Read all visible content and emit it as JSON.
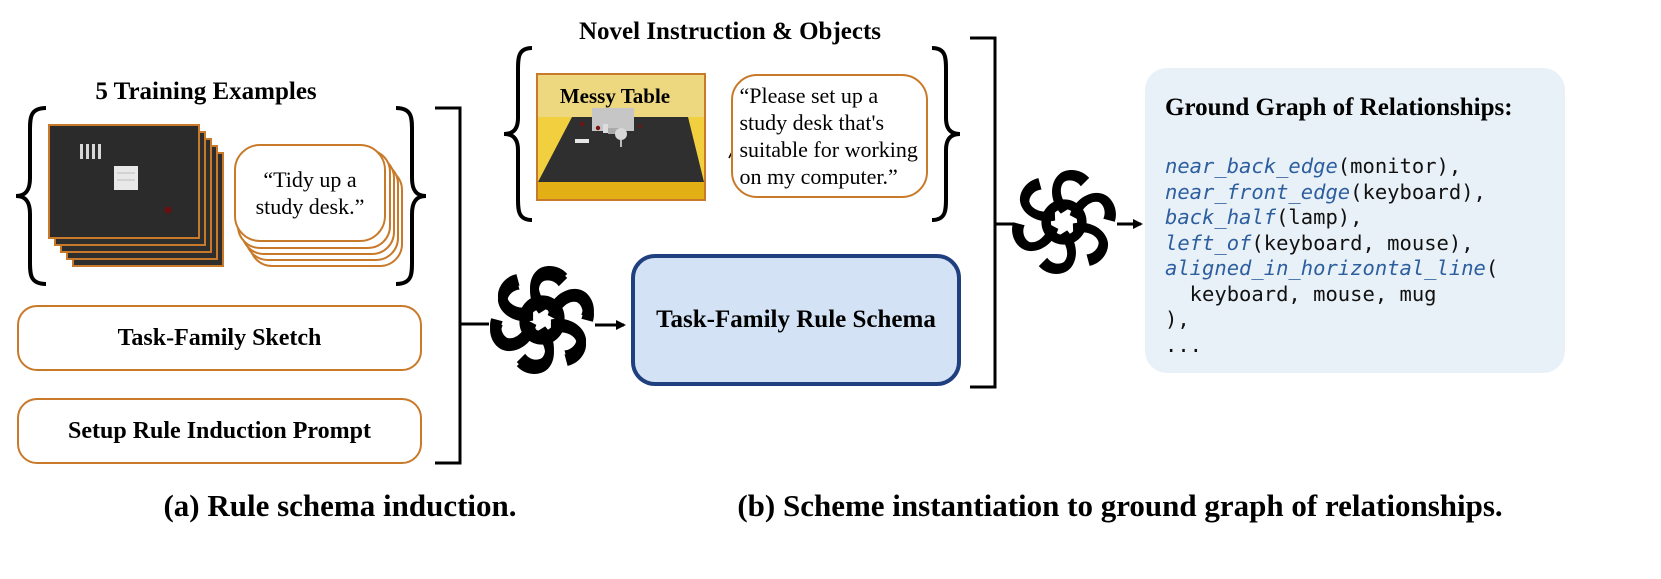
{
  "left_section": {
    "title": "5 Training Examples",
    "quote": "“Tidy up a study desk.”",
    "sketch_label": "Task-Family Sketch",
    "prompt_label": "Setup Rule Induction Prompt",
    "caption": "(a) Rule schema induction."
  },
  "middle_section": {
    "title": "Novel Instruction & Objects",
    "scene_label": "Messy Table",
    "quote": "“Please set up a study desk that's suitable for working on my computer.”",
    "schema_label": "Task-Family Rule Schema"
  },
  "right_section": {
    "title": "Ground Graph of Relationships:",
    "relations": [
      {
        "fn": "near_back_edge",
        "args": "(monitor),"
      },
      {
        "fn": "near_front_edge",
        "args": "(keyboard),"
      },
      {
        "fn": "back_half",
        "args": "(lamp),"
      },
      {
        "fn": "left_of",
        "args": "(keyboard, mouse),"
      },
      {
        "fn": "aligned_in_horizontal_line",
        "args": "("
      },
      {
        "fn": "",
        "args": "  keyboard, mouse, mug"
      },
      {
        "fn": "",
        "args": "),"
      },
      {
        "fn": "",
        "args": "..."
      }
    ],
    "caption": "(b) Scheme instantiation to ground graph of relationships."
  },
  "icons": [
    "openai-logo-icon",
    "openai-logo-icon",
    "arrow-right-icon",
    "arrow-right-icon"
  ],
  "colors": {
    "orange_border": "#c87a2a",
    "schema_fill": "#d3e3f5",
    "schema_border": "#1f3f7f",
    "graph_panel": "#e9f1f8",
    "function_blue": "#2d5e9e"
  }
}
